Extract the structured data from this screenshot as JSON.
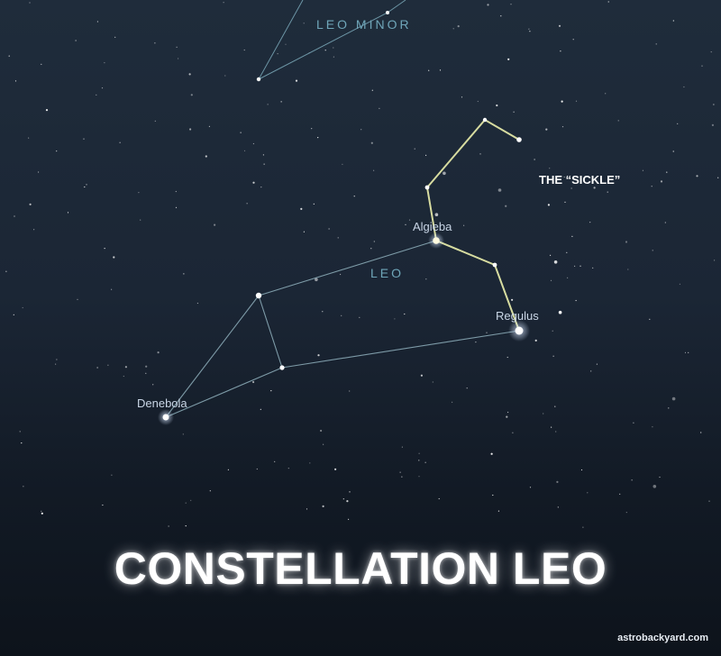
{
  "title": "CONSTELLATION LEO",
  "credit": "astrobackyard.com",
  "labels": {
    "leo_minor": "LEO MINOR",
    "leo": "LEO",
    "sickle": "THE “SICKLE”",
    "algieba": "Algieba",
    "regulus": "Regulus",
    "denebola": "Denebola"
  },
  "colors": {
    "sky_top": "#1f2c3b",
    "sky_bottom": "#0d131b",
    "constellation_line": "#9fc3cf",
    "sickle_line": "#d7dca0",
    "constellation_label": "#6fa6b9",
    "star_label": "#c9d6e6"
  }
}
